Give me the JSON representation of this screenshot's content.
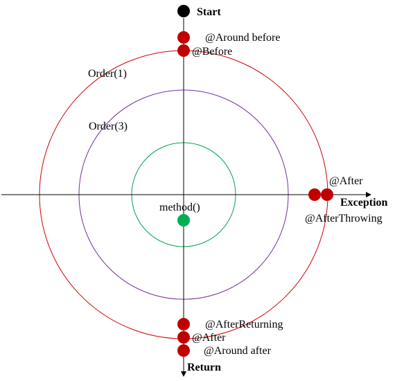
{
  "diagram": {
    "start_label": "Start",
    "return_label": "Return",
    "exception_label": "Exception",
    "method_label": "method()",
    "rings": {
      "outer_label": "Order(1)",
      "middle_label": "Order(3)"
    },
    "advice": {
      "around_before": "@Around before",
      "before": "@Before",
      "after_exception": "@After",
      "after_throwing": "@AfterThrowing",
      "after_returning": "@AfterReturning",
      "after_return": "@After",
      "around_after": "@Around after"
    },
    "colors": {
      "outer_ring": "#cc0000",
      "middle_ring": "#7030a0",
      "inner_ring": "#00a050",
      "advice_dot": "#c00000",
      "method_dot": "#00b050",
      "start_dot": "#000000",
      "axis": "#000000"
    }
  }
}
